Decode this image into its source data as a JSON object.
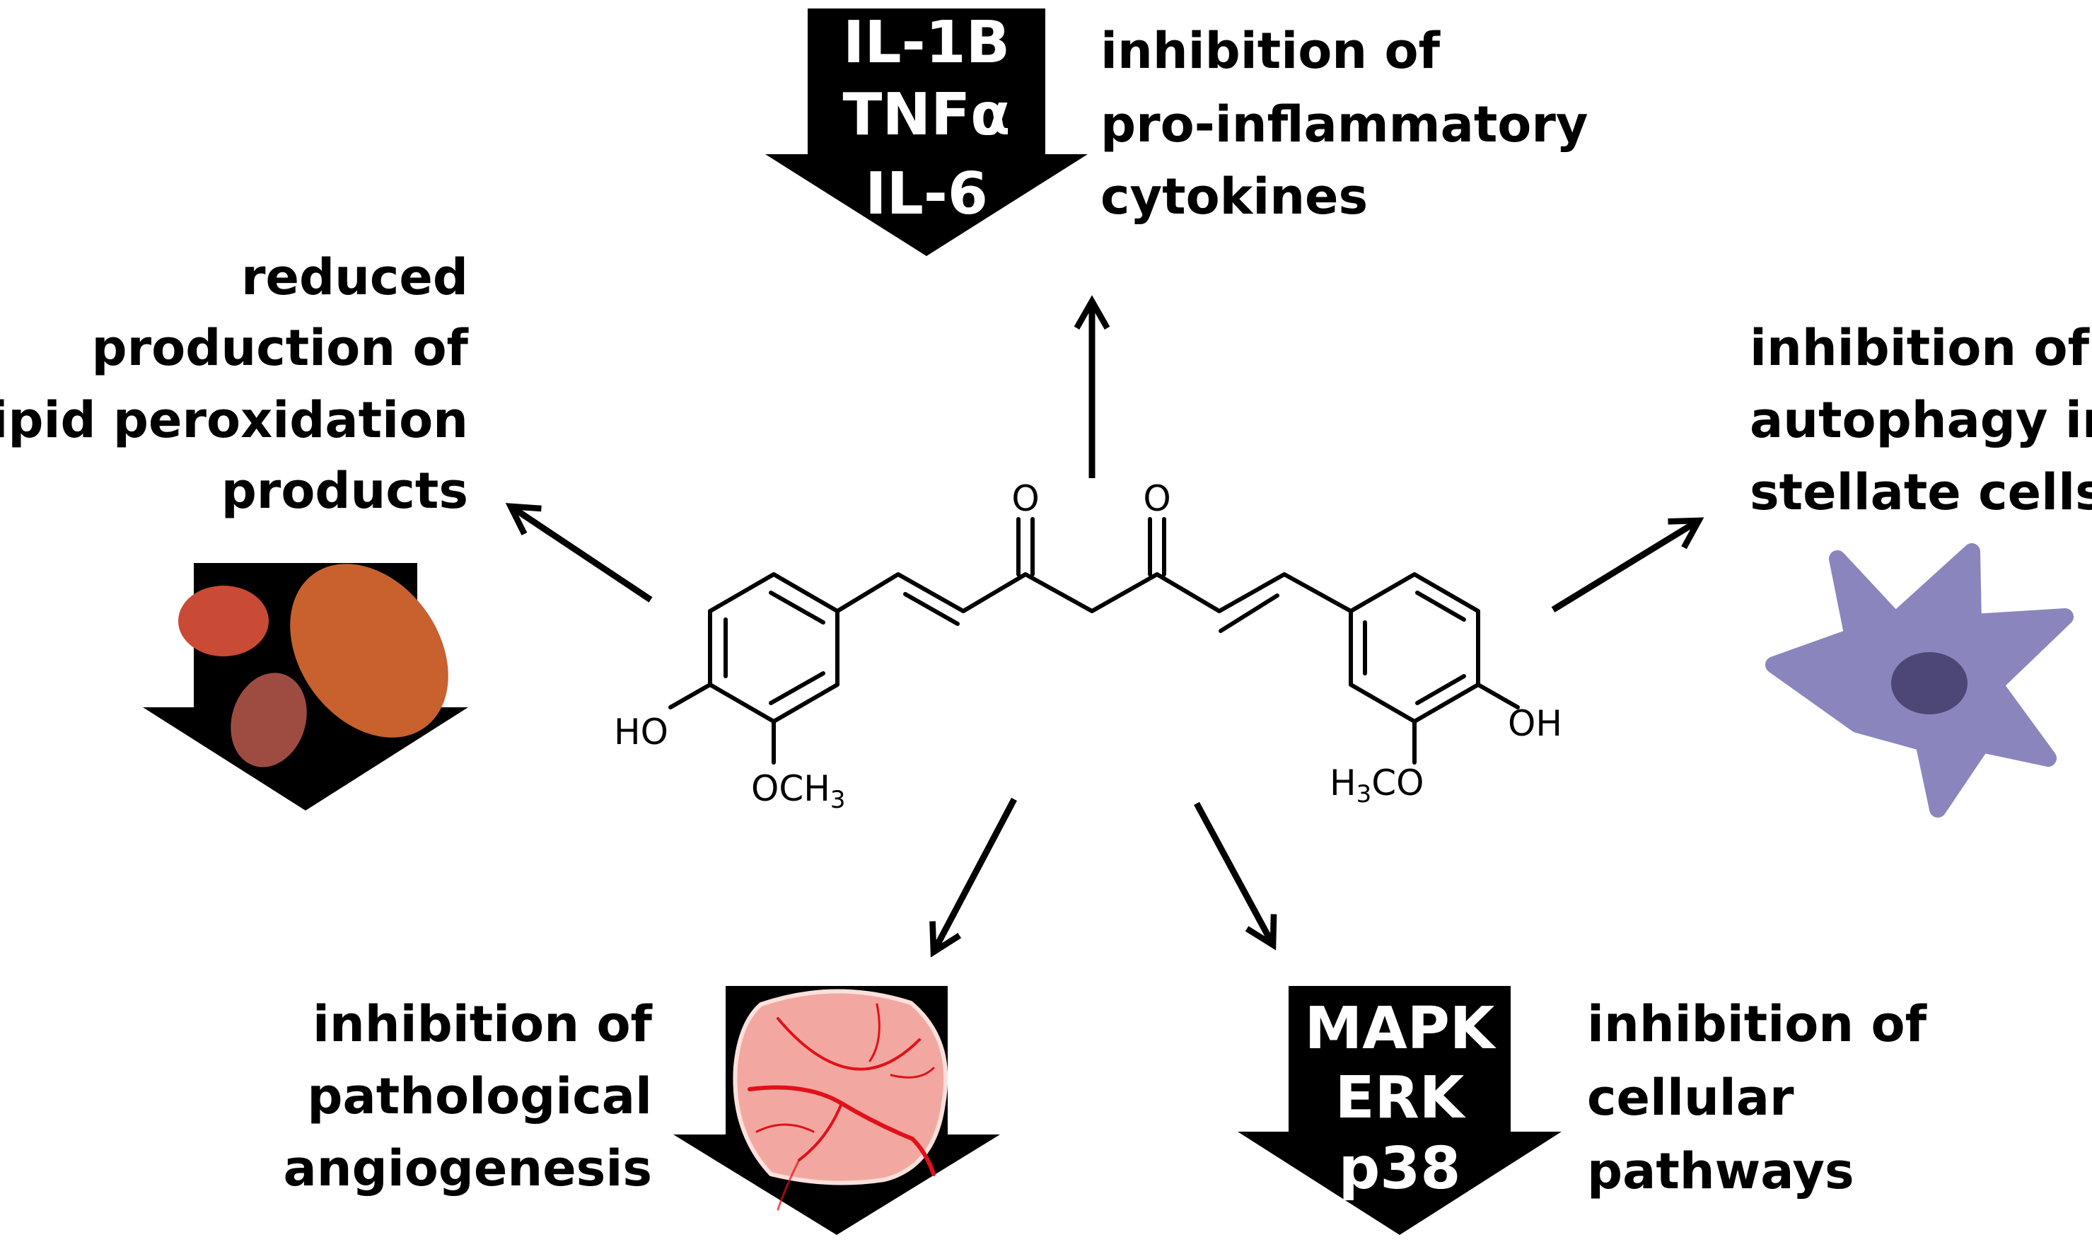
{
  "colors": {
    "ink": "#000000",
    "arrow_fill": "#000000",
    "arrow_text": "#ffffff",
    "lipid_blob_1": "#c94a35",
    "lipid_blob_2": "#c8612e",
    "lipid_blob_3": "#9e4c42",
    "tissue_fill": "#f2a8a0",
    "vessel": "#e0111a",
    "stellate_cell": "#8a86bd",
    "stellate_nucleus": "#4d4775"
  },
  "cytokines": {
    "markers": [
      "IL-1B",
      "TNFα",
      "IL-6"
    ],
    "label_lines": [
      "inhibition of",
      "pro-inflammatory",
      "cytokines"
    ]
  },
  "lipid": {
    "label_lines": [
      "reduced",
      "production of",
      "lipid peroxidation",
      "products"
    ],
    "icon": "lipid-droplets-icon"
  },
  "autophagy": {
    "label_lines": [
      "inhibition of",
      "autophagy in",
      "stellate cells"
    ],
    "icon": "stellate-cell-icon"
  },
  "angiogenesis": {
    "label_lines": [
      "inhibition of",
      "pathological",
      "angiogenesis"
    ],
    "icon": "vascularized-tissue-icon"
  },
  "pathways": {
    "markers": [
      "MAPK",
      "ERK",
      "p38"
    ],
    "label_lines": [
      "inhibition of",
      "cellular",
      "pathways"
    ]
  },
  "molecule": {
    "atoms": {
      "o_left": "O",
      "o_right": "O",
      "ho": "HO",
      "och3_base": "OCH",
      "och3_sub": "3",
      "oh": "OH",
      "h3co_h": "H",
      "h3co_sub": "3",
      "h3co_rest": "CO"
    }
  }
}
